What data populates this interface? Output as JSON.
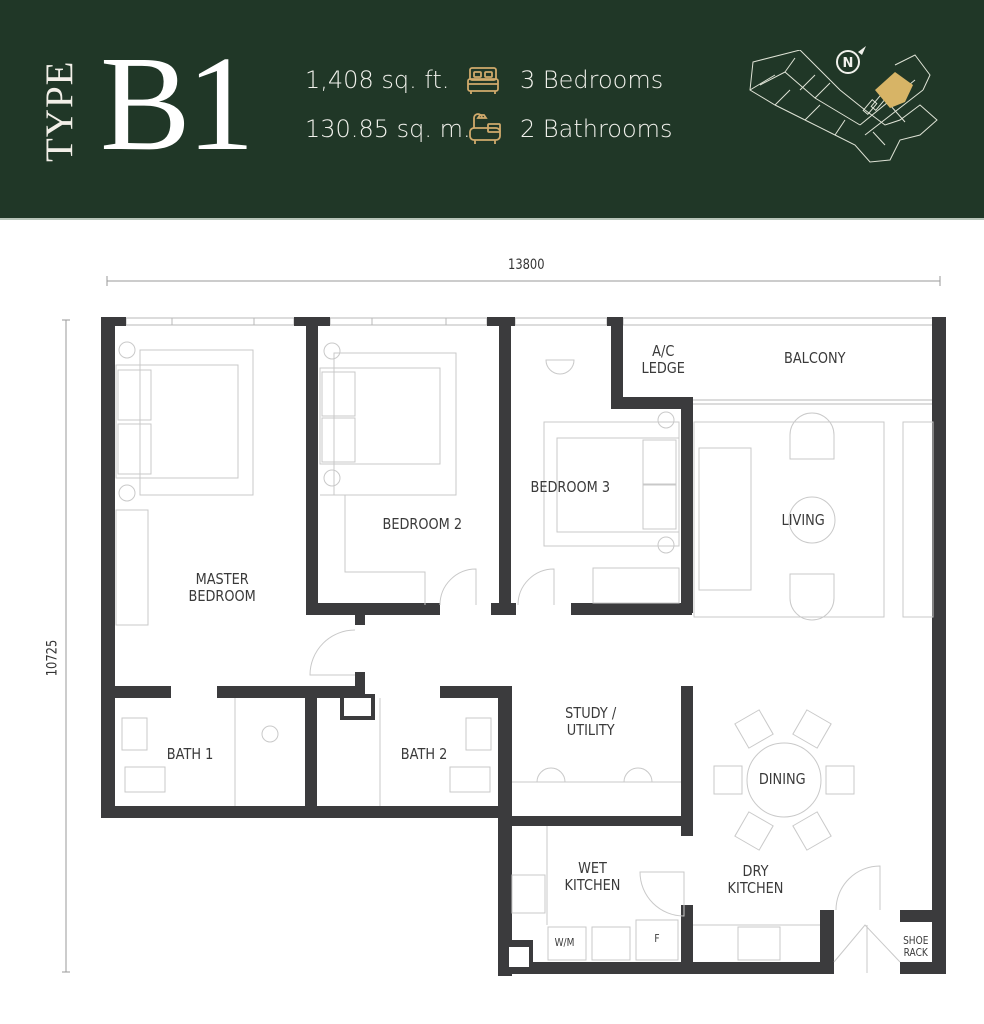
{
  "header": {
    "type_label": "TYPE",
    "model": "B1",
    "area_sqft": "1,408 sq. ft.",
    "area_sqm": "130.85 sq. m.",
    "bedrooms": "3 Bedrooms",
    "bathrooms": "2 Bathrooms",
    "icons": [
      "bed-icon",
      "bathtub-icon",
      "compass-north-icon",
      "key-plan"
    ],
    "compass_label": "N",
    "colors": {
      "background": "#203727",
      "accent": "#d6b36a",
      "text": "#f1f1ec"
    }
  },
  "dimensions": {
    "width": "13800",
    "height": "10725"
  },
  "rooms": {
    "master_bedroom": [
      "MASTER",
      "BEDROOM"
    ],
    "bedroom_2": "BEDROOM 2",
    "bedroom_3": "BEDROOM 3",
    "ac_ledge": [
      "A/C",
      "LEDGE"
    ],
    "balcony": "BALCONY",
    "living": "LIVING",
    "study": [
      "STUDY /",
      "UTILITY"
    ],
    "bath_1": "BATH 1",
    "bath_2": "BATH 2",
    "dining": "DINING",
    "wet_kitchen": [
      "WET",
      "KITCHEN"
    ],
    "dry_kitchen": [
      "DRY",
      "KITCHEN"
    ],
    "washing_machine": "W/M",
    "fridge": "F",
    "shoe_rack": [
      "SHOE",
      "RACK"
    ]
  }
}
